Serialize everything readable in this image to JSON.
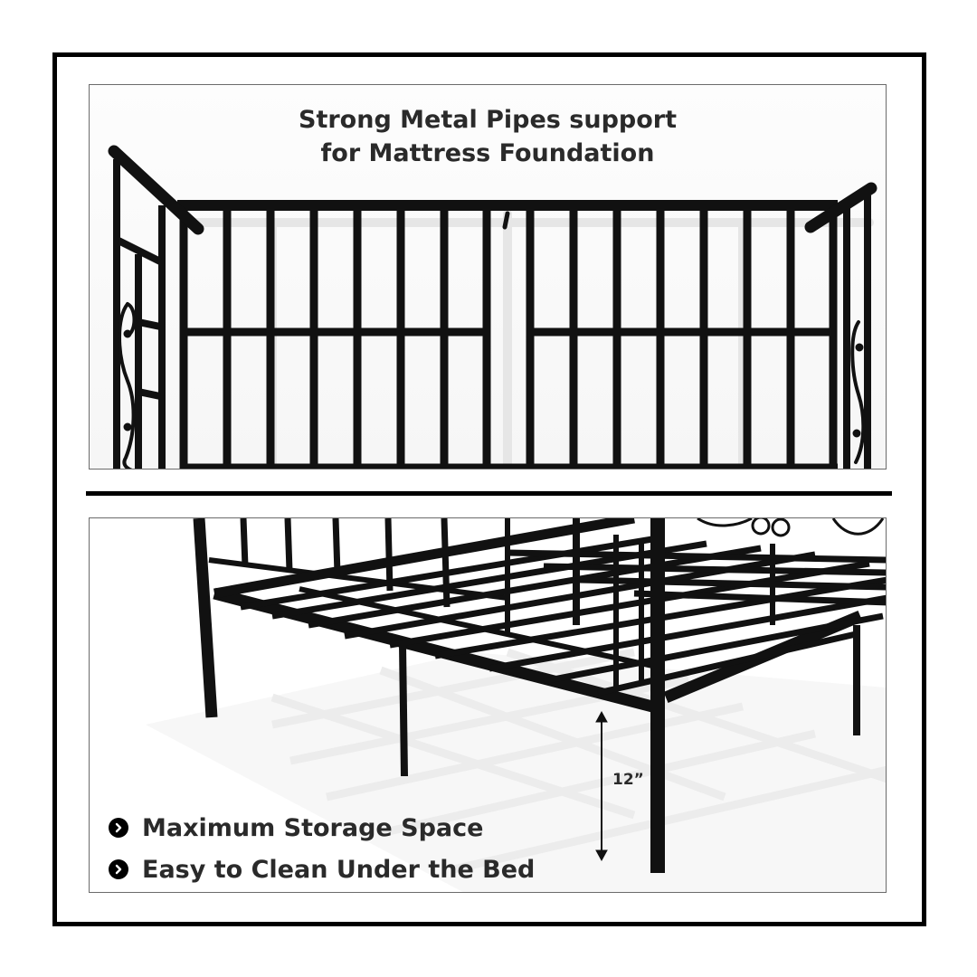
{
  "top_panel": {
    "headline_line1": "Strong Metal Pipes support",
    "headline_line2": "for Mattress Foundation",
    "image": "metal-bed-frame-headboard-footboard"
  },
  "bottom_panel": {
    "image": "metal-bed-frame-underbed-clearance",
    "dimension_label": "12”",
    "features": [
      {
        "icon": "chevron-right-circle-icon",
        "label": "Maximum Storage Space"
      },
      {
        "icon": "chevron-right-circle-icon",
        "label": "Easy to Clean Under the Bed"
      }
    ]
  },
  "colors": {
    "frame": "#000000",
    "panel_border": "#6b6b6b",
    "text": "#2a2a2a",
    "metal": "#111111"
  }
}
